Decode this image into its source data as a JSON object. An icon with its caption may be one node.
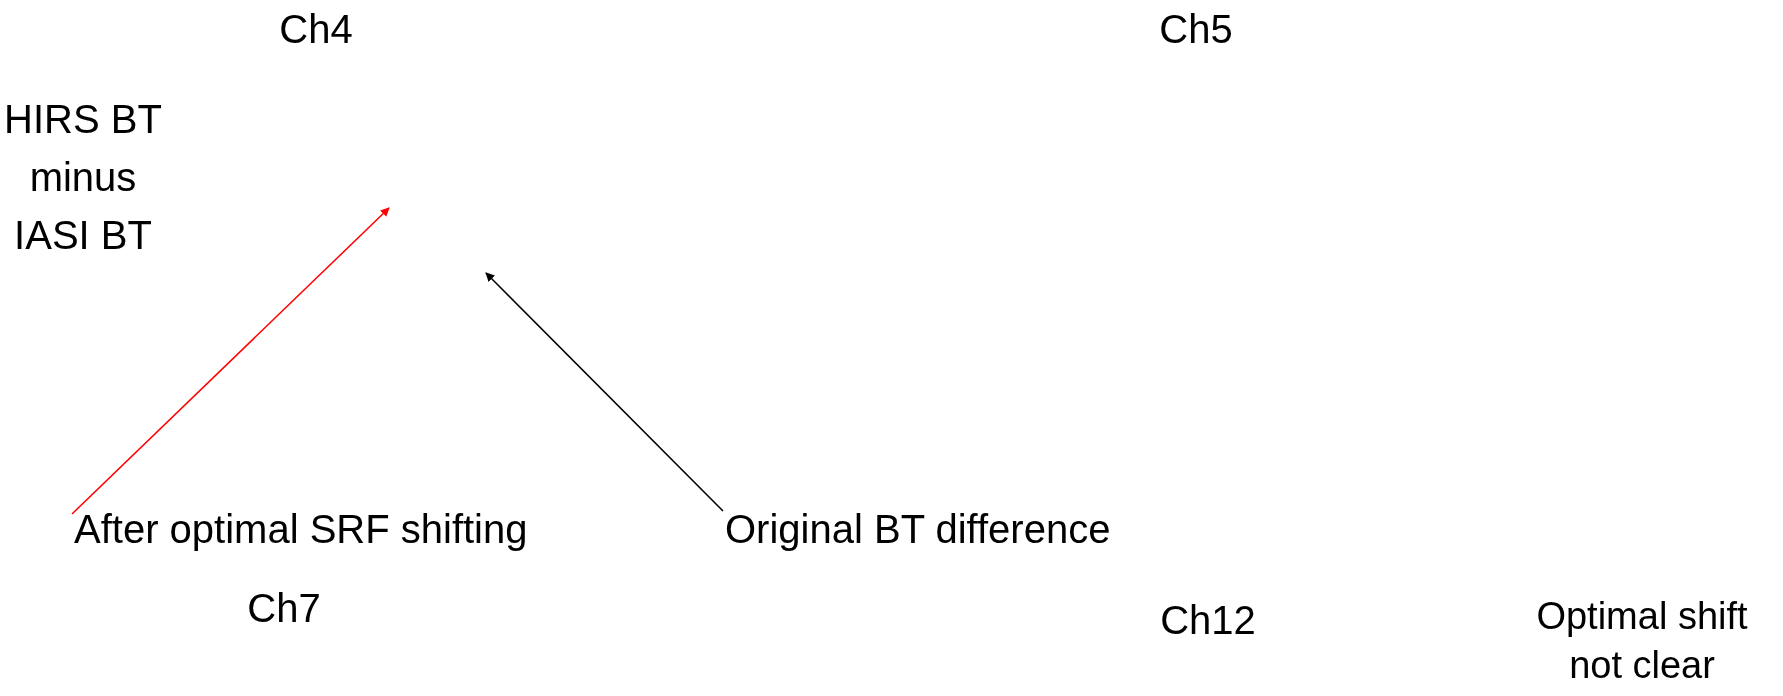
{
  "diagram": {
    "nodes": [
      {
        "text": [
          "After optimal SRF shifting"
        ]
      },
      {
        "text": [
          "Original BT difference"
        ]
      }
    ],
    "edges": [
      {
        "from": 0,
        "to": null,
        "arrow": "to",
        "color": "#ff0000"
      },
      {
        "from": 1,
        "to": null,
        "arrow": "to",
        "color": "#000000"
      }
    ],
    "labels": [
      "Ch4",
      "Ch5",
      "HIRS BT minus IASI BT",
      "Ch7",
      "Ch12",
      "Optimal shift not clear"
    ]
  }
}
